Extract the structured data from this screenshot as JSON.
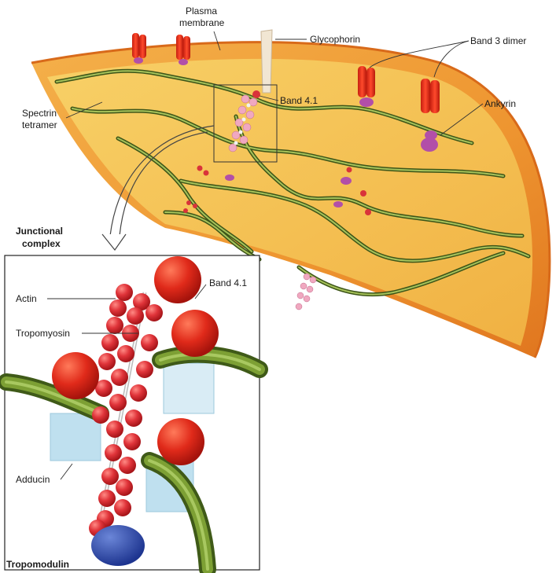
{
  "labels": {
    "plasma_membrane_line1": "Plasma",
    "plasma_membrane_line2": "membrane",
    "glycophorin": "Glycophorin",
    "band3_dimer": "Band 3 dimer",
    "band41_top": "Band 4.1",
    "ankyrin": "Ankyrin",
    "spectrin_line1": "Spectrin",
    "spectrin_line2": "tetramer",
    "junctional_line1": "Junctional",
    "junctional_line2": "complex",
    "actin": "Actin",
    "band41_inset": "Band 4.1",
    "tropomyosin": "Tropomyosin",
    "adducin": "Adducin",
    "tropomodulin": "Tropomodulin"
  },
  "colors": {
    "membrane_outer": "#e8822a",
    "membrane_inner": "#f7c04a",
    "spectrin": "#5a7a2a",
    "band3": "#e8311c",
    "ankyrin": "#b24fa8",
    "actin": "#d9333a",
    "adducin": "#bfe0ef",
    "tropomodulin": "#2c4aa8"
  }
}
